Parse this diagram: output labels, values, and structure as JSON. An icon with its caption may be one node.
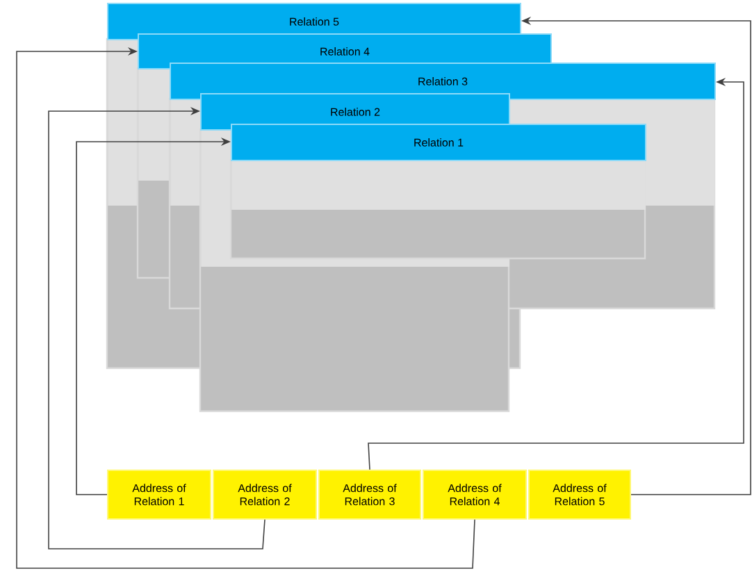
{
  "diagram": {
    "nodes": [
      {
        "text": [
          "Relation 5"
        ]
      },
      {
        "text": [
          "Relation 4"
        ]
      },
      {
        "text": [
          "Relation 3"
        ]
      },
      {
        "text": [
          "Relation 2"
        ]
      },
      {
        "text": [
          "Relation 1"
        ]
      },
      {
        "text": [
          "Address of Relation 1"
        ]
      },
      {
        "text": [
          "Address of Relation 2"
        ]
      },
      {
        "text": [
          "Address of Relation 3"
        ]
      },
      {
        "text": [
          "Address of Relation 4"
        ]
      },
      {
        "text": [
          "Address of Relation 5"
        ]
      }
    ],
    "edges": [
      {
        "from": 5,
        "to": 4,
        "arrow": "to"
      },
      {
        "from": 6,
        "to": 3,
        "arrow": "to"
      },
      {
        "from": 7,
        "to": 2,
        "arrow": "to"
      },
      {
        "from": 8,
        "to": 1,
        "arrow": "to"
      },
      {
        "from": 9,
        "to": 0,
        "arrow": "to"
      }
    ]
  }
}
